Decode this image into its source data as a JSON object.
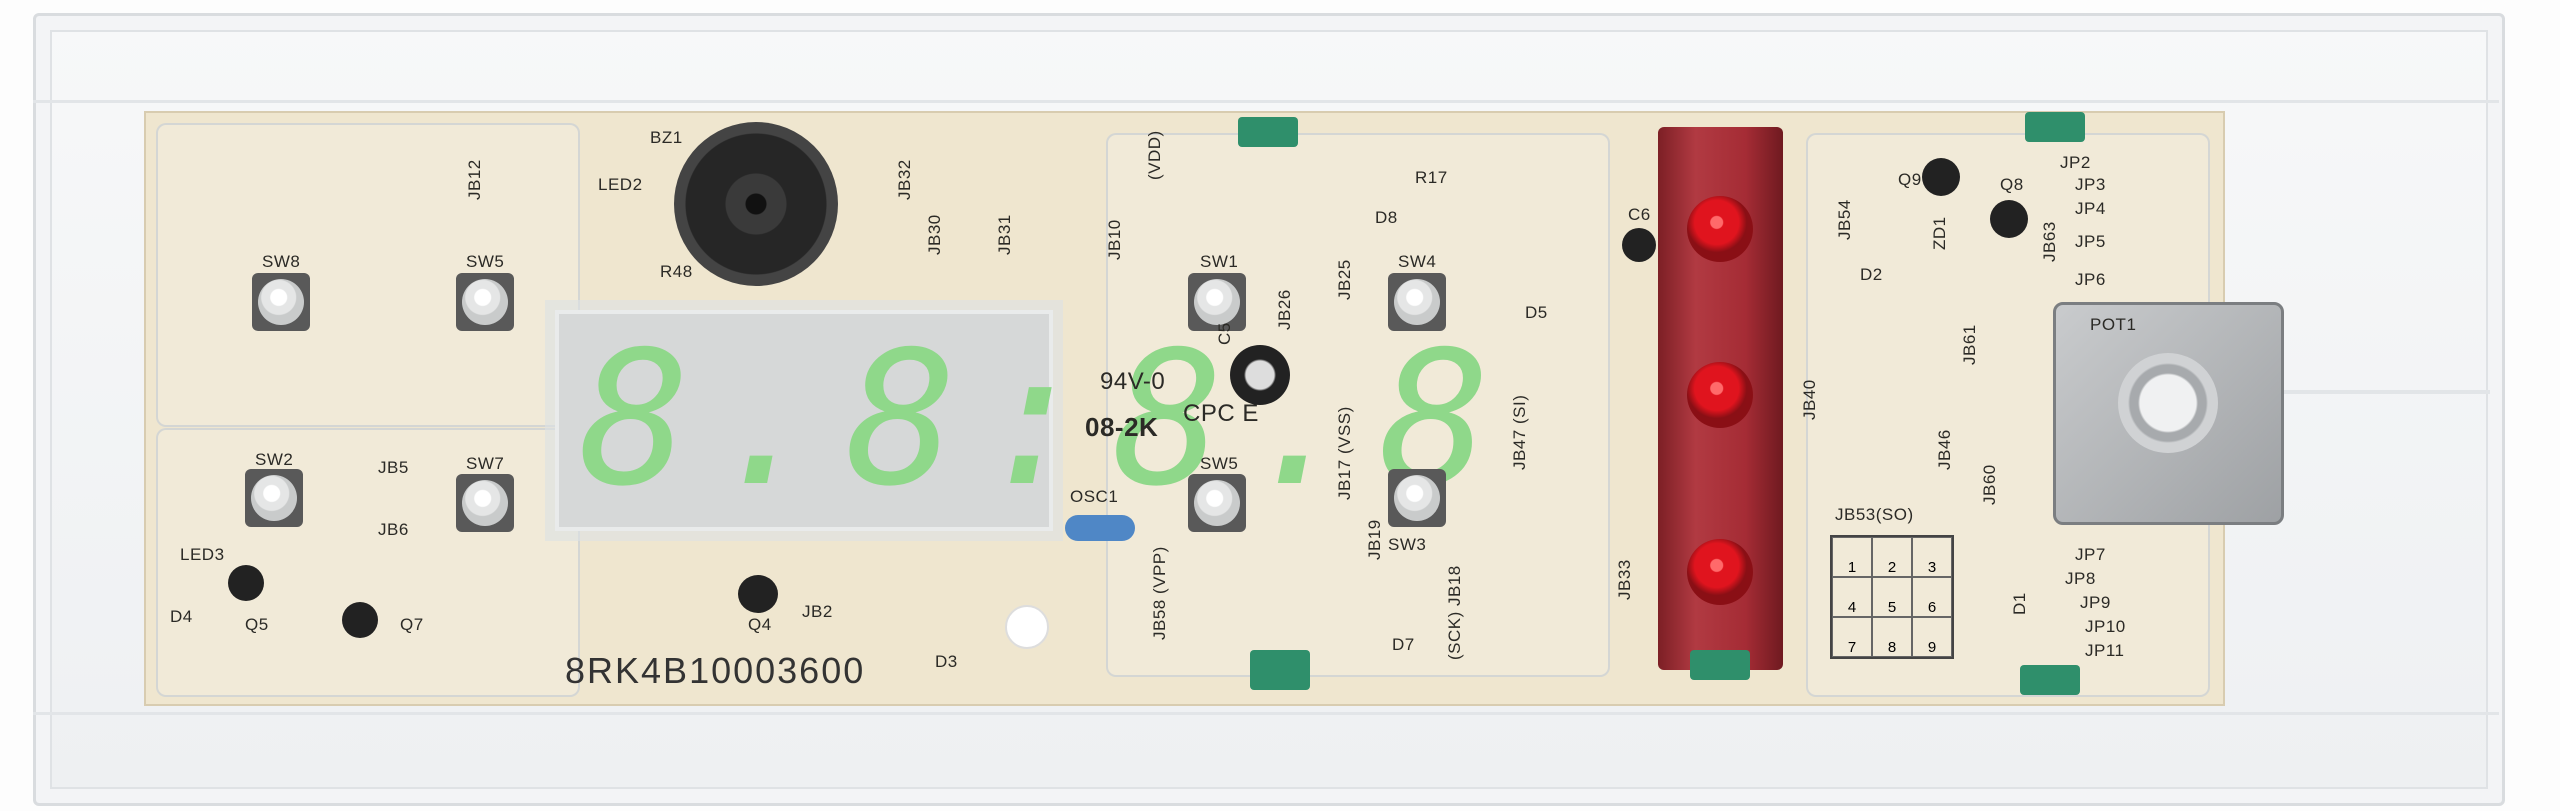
{
  "board": {
    "part_number": "8RK4B10003600",
    "display_digits": "8.8:8.8",
    "flammability_rating": "94V-0",
    "marking_cpc": "CPC E",
    "marking_08": "08-2K"
  },
  "labels": {
    "bz1": "BZ1",
    "led2": "LED2",
    "r48": "R48",
    "jb32": "JB32",
    "jb30": "JB30",
    "jb31": "JB31",
    "jb12": "JB12",
    "sw8": "SW8",
    "sw5a": "SW5",
    "sw1": "SW1",
    "sw4": "SW4",
    "sw2": "SW2",
    "sw7": "SW7",
    "sw5b": "SW5",
    "sw3": "SW3",
    "jb5": "JB5",
    "jb6": "JB6",
    "led3": "LED3",
    "q5": "Q5",
    "q7": "Q7",
    "q4": "Q4",
    "jb2": "JB2",
    "d3": "D3",
    "d4": "D4",
    "jb10": "JB10",
    "jb26": "JB26",
    "jb25": "JB25",
    "r17": "R17",
    "d8": "D8",
    "vdd": "(VDD)",
    "c5": "C5",
    "jb19": "JB19",
    "jb58": "JB58 (VPP)",
    "sck": "(SCK) JB18",
    "vss": "JB17 (VSS)",
    "d7": "D7",
    "osc1": "OSC1",
    "jb47": "JB47 (SI)",
    "d5": "D5",
    "c6": "C6",
    "jb33": "JB33",
    "jb54": "JB54",
    "d2": "D2",
    "q9": "Q9",
    "q8": "Q8",
    "zd1": "ZD1",
    "jb63": "JB63",
    "jp2": "JP2",
    "jp3": "JP3",
    "jp4": "JP4",
    "jp5": "JP5",
    "jp6": "JP6",
    "pot1": "POT1",
    "jb61": "JB61",
    "jb40": "JB40",
    "jb46": "JB46",
    "jb60": "JB60",
    "jb53": "JB53(SO)",
    "d1": "D1",
    "jp7": "JP7",
    "jp8": "JP8",
    "jp9": "JP9",
    "jp10": "JP10",
    "jp11": "JP11"
  },
  "keypad_grid": [
    "1",
    "2",
    "3",
    "4",
    "5",
    "6",
    "7",
    "8",
    "9"
  ],
  "colors": {
    "pcb": "#efe6cf",
    "display_segments": "#8fd88a",
    "button_strip": "#b13a42",
    "connector": "#2f8f6b"
  }
}
